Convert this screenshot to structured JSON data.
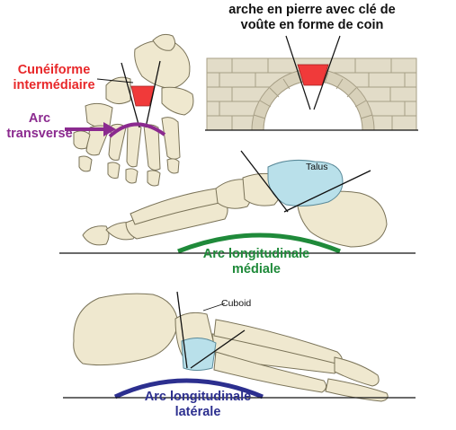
{
  "labels": {
    "arch_title_line1": "arche en pierre avec clé de",
    "arch_title_line2": "voûte en forme de coin",
    "cuneiform_line1": "Cunéiforme",
    "cuneiform_line2": "intermédiaire",
    "transverse_line1": "Arc",
    "transverse_line2": "transverse",
    "medial_line1": "Arc longitudinale",
    "medial_line2": "médiale",
    "talus": "Talus",
    "cuboid": "Cuboid",
    "lateral_line1": "Arc longitudinale",
    "lateral_line2": "latérale"
  },
  "colors": {
    "keystone_red": "#f03a3a",
    "cuneiform_label": "#e8282a",
    "transverse_purple": "#8b2a8f",
    "medial_green": "#1f8a3a",
    "lateral_navy": "#2c2f8f",
    "bone_fill": "#efe8cf",
    "bone_stroke": "#7a7358",
    "highlight_blue": "#b9e0ea",
    "stone_fill": "#e2dcc8",
    "stone_stroke": "#a79f86"
  }
}
